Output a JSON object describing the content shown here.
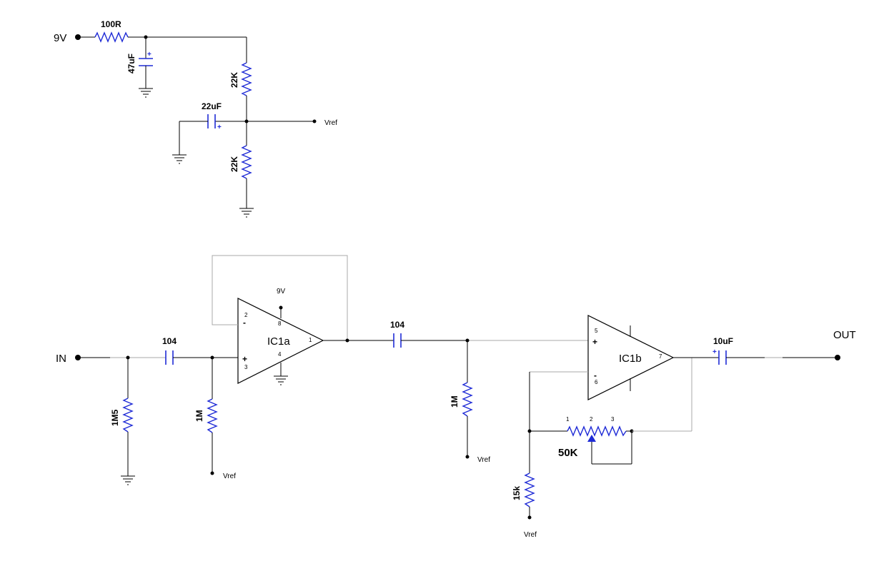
{
  "supply": {
    "input_label": "9V",
    "resistor": "100R",
    "capacitor": "47uF",
    "divider_top": "22K",
    "divider_bottom": "22K",
    "bypass_cap": "22uF",
    "output_label": "Vref"
  },
  "stage1": {
    "input_label": "IN",
    "input_cap": "104",
    "r_ground": "1M5",
    "r_bias": "1M",
    "bias_label": "Vref",
    "opamp": "IC1a",
    "supply_label": "9V",
    "pins": {
      "inv": "2",
      "noninv": "3",
      "out": "1",
      "vplus": "8",
      "gnd": "4"
    },
    "minus": "-",
    "plus": "+"
  },
  "stage2": {
    "coupling_cap": "104",
    "r_bias": "1M",
    "bias_label": "Vref",
    "opamp": "IC1b",
    "pins": {
      "noninv": "5",
      "inv": "6",
      "out": "7"
    },
    "minus": "-",
    "plus": "+",
    "pot": "50K",
    "pot_pins": [
      "1",
      "2",
      "3"
    ],
    "r_feedback": "15k",
    "fb_bias_label": "Vref",
    "output_cap": "10uF",
    "output_label": "OUT"
  },
  "colors": {
    "component": "#1f2bd6",
    "wire": "#000000",
    "wire_light": "#a8a8a8"
  }
}
